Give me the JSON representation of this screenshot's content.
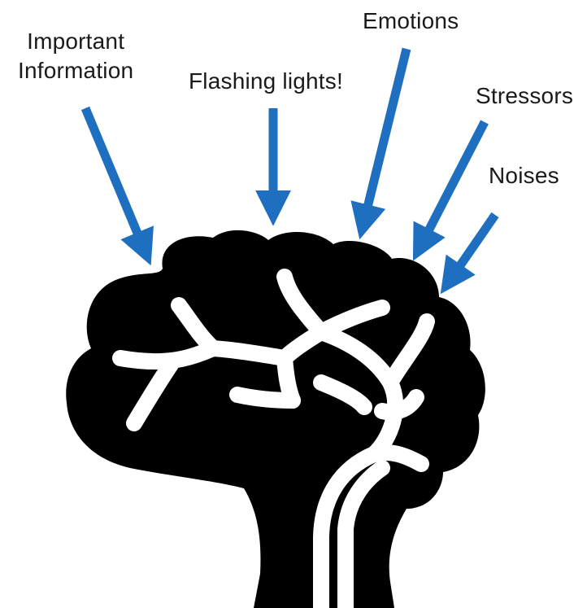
{
  "colors": {
    "arrow": "#1f6fc1",
    "brain": "#000000",
    "text": "#1a1a1a",
    "background": "#ffffff"
  },
  "labels": {
    "important_line1": "Important",
    "important_line2": "Information",
    "flashing": "Flashing lights!",
    "emotions": "Emotions",
    "stressors": "Stressors",
    "noises": "Noises"
  }
}
